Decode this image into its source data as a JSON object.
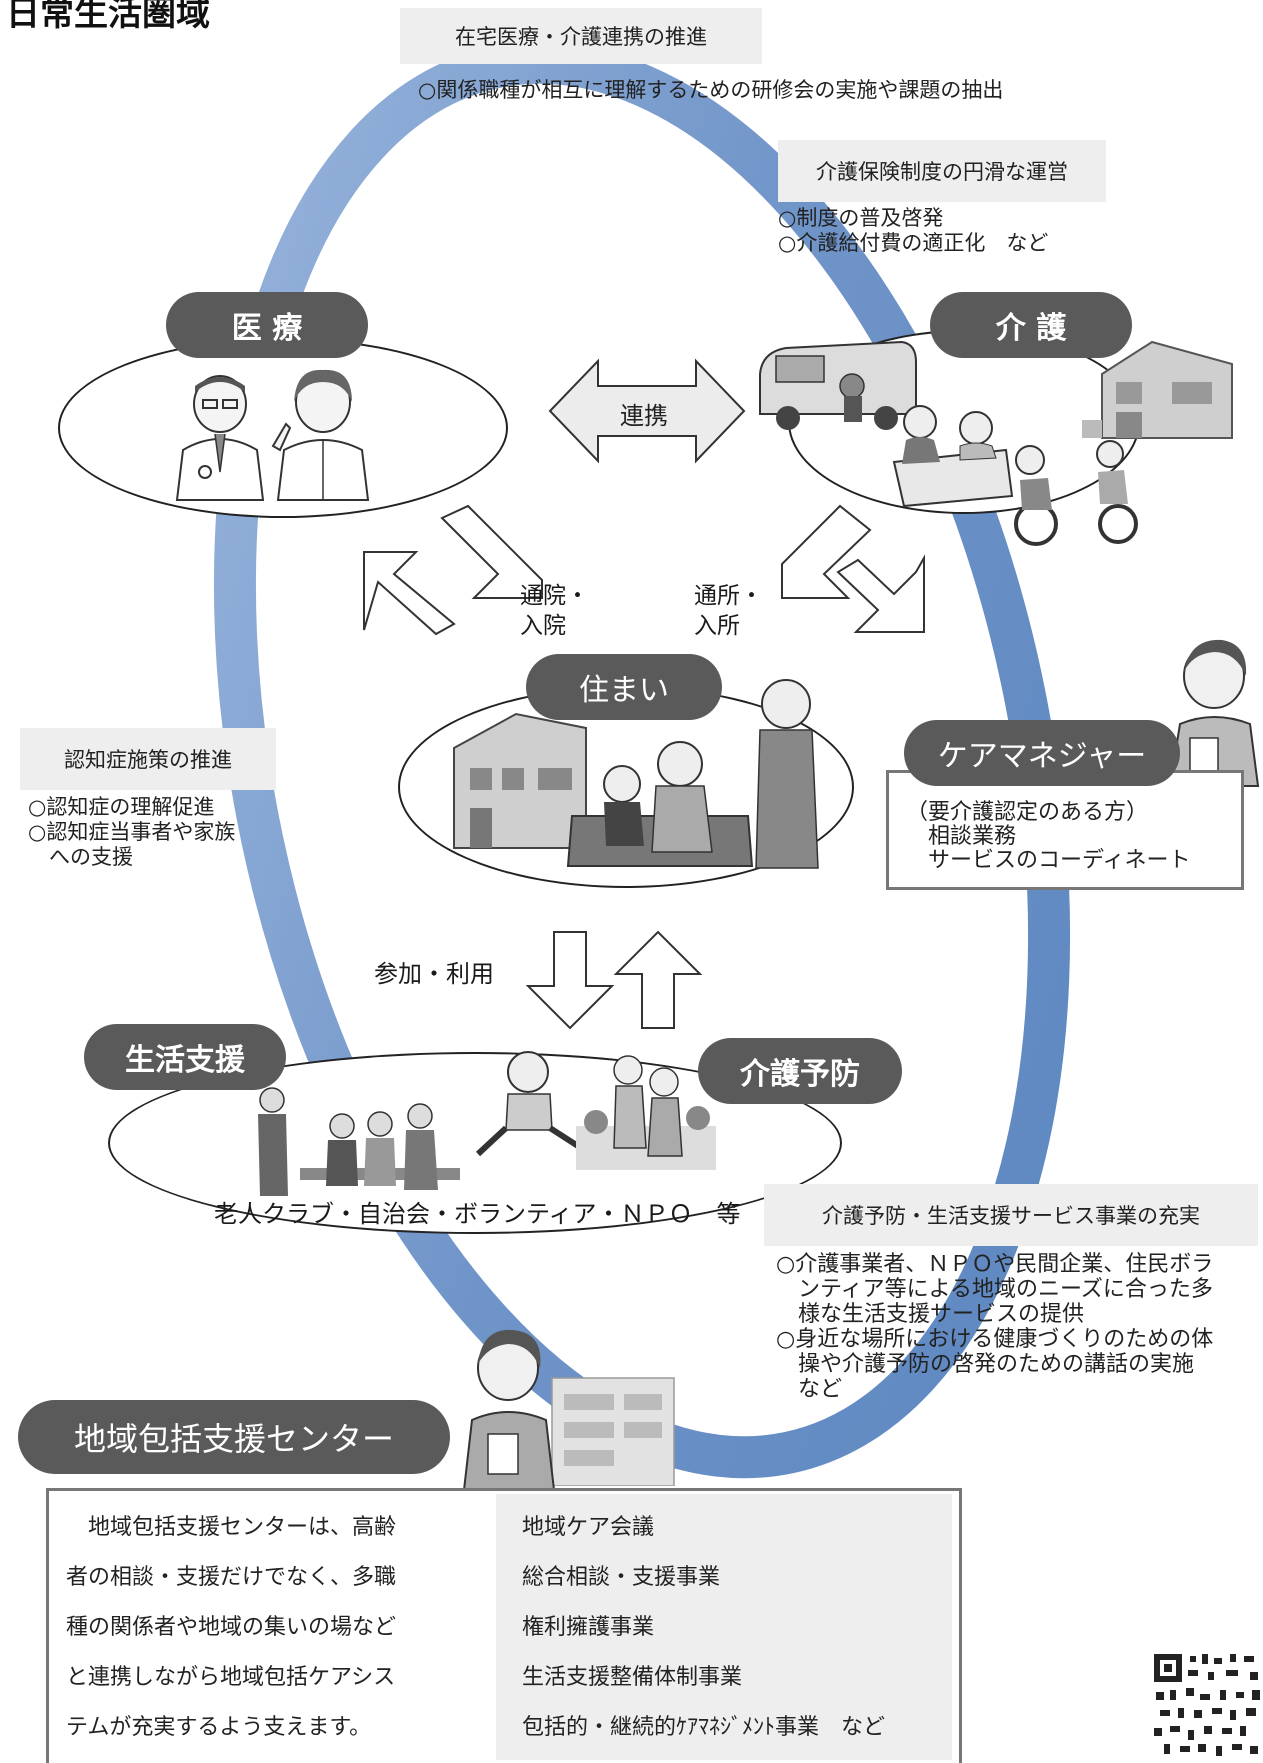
{
  "header": {
    "title": "日常生活圏域"
  },
  "boxes": {
    "home_medical": {
      "title": "在宅医療・介護連携の推進",
      "desc": "○関係職種が相互に理解するための研修会の実施や課題の抽出"
    },
    "insurance": {
      "title": "介護保険制度の円滑な運営",
      "lines": [
        "○制度の普及啓発",
        "○介護給付費の適正化　など"
      ]
    },
    "dementia": {
      "title": "認知症施策の推進",
      "lines": [
        "○認知症の理解促進",
        "○認知症当事者や家族",
        "　への支援"
      ]
    },
    "prevention_services": {
      "title": "介護予防・生活支援サービス事業の充実",
      "lines": [
        "○介護事業者、ＮＰＯや民間企業、住民ボラ",
        "　ンティア等による地域のニーズに合った多",
        "　様な生活支援サービスの提供",
        "○身近な場所における健康づくりのための体",
        "　操や介護予防の啓発のための講話の実施",
        "　など"
      ]
    }
  },
  "nodes": {
    "medical": "医 療",
    "care": "介 護",
    "housing": "住まい",
    "life_support": "生活支援",
    "care_prevention": "介護予防"
  },
  "arrows": {
    "cooperation": "連携",
    "hospital": [
      "通院・",
      "入院"
    ],
    "facility": [
      "通所・",
      "入所"
    ],
    "participation": "参加・利用"
  },
  "community_groups": "老人クラブ・自治会・ボランティア・ＮＰＯ　等",
  "care_manager": {
    "title": "ケアマネジャー",
    "lines": [
      "（要介護認定のある方）",
      "　相談業務",
      "　サービスのコーディネート"
    ]
  },
  "support_center": {
    "title": "地域包括支援センター",
    "description_lines": [
      "　地域包括支援センターは、高齢",
      "者の相談・支援だけでなく、多職",
      "種の関係者や地域の集いの場など",
      "と連携しながら地域包括ケアシス",
      "テムが充実するよう支えます。"
    ],
    "services": [
      "地域ケア会議",
      "総合相談・支援事業",
      "権利擁護事業",
      "生活支援整備体制事業",
      "包括的・継続的ｹｱﾏﾈｼﾞﾒﾝﾄ事業　など"
    ]
  },
  "colors": {
    "ring": "#6f94c8",
    "pill": "#5a5a5a",
    "box_bg": "#eeeeee",
    "border": "#777777"
  },
  "icons": [
    "doctor-icon",
    "nurse-icon",
    "van-icon",
    "house-icon",
    "bath-icon",
    "wheelchair-icon",
    "elderly-family-icon",
    "care-manager-icon",
    "seniors-bench-icon",
    "exercise-icon",
    "walking-pair-icon",
    "staff-icon",
    "building-icon",
    "qr-code-icon"
  ]
}
